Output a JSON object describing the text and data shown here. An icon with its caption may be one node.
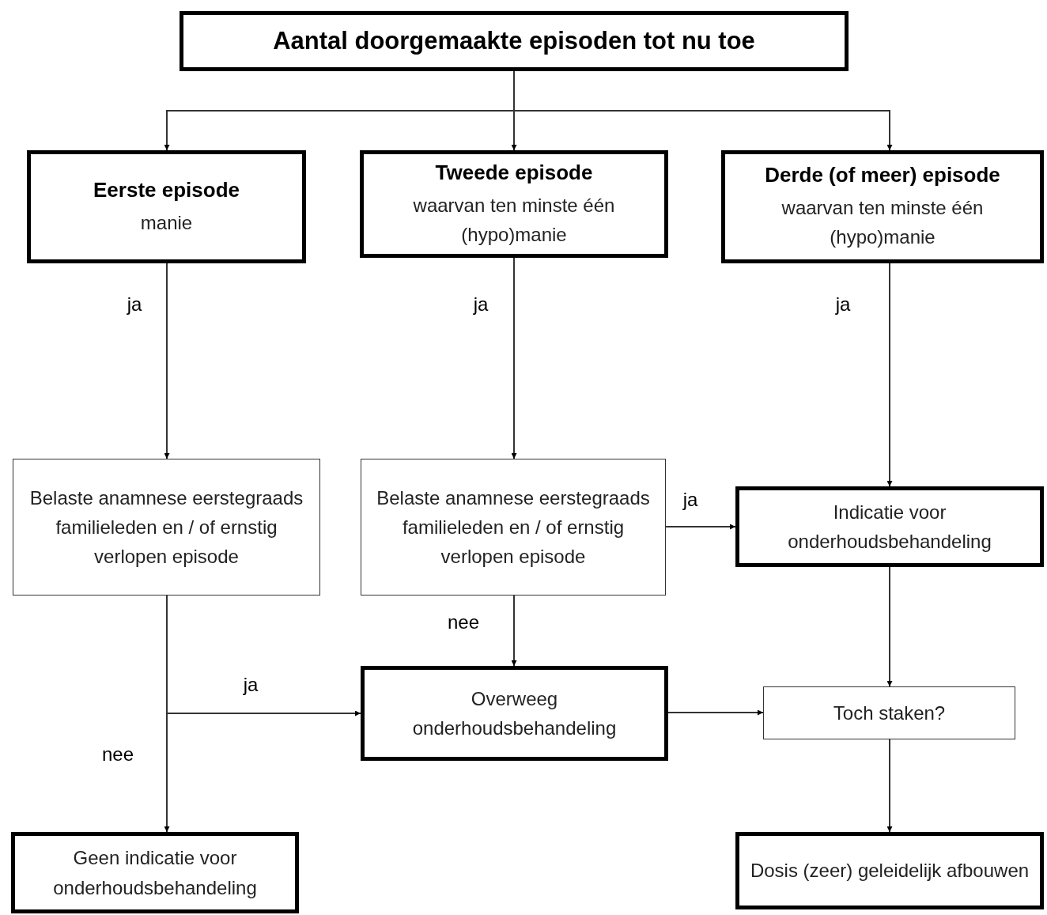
{
  "diagram": {
    "nodes": [
      {
        "text": [
          "Aantal doorgemaakte episoden tot nu toe"
        ]
      },
      {
        "text": [
          "Eerste episode",
          "manie"
        ]
      },
      {
        "text": [
          "Tweede episode",
          "waarvan ten minste één (hypo)manie"
        ]
      },
      {
        "text": [
          "Derde (of meer) episode",
          "waarvan ten minste één (hypo)manie"
        ]
      },
      {
        "text": [
          "Belaste anamnese eerstegraads familieleden en / of ernstig verlopen episode"
        ]
      },
      {
        "text": [
          "Belaste anamnese eerstegraads familieleden en / of ernstig verlopen episode"
        ]
      },
      {
        "text": [
          "Indicatie voor onderhoudsbehandeling"
        ]
      },
      {
        "text": [
          "Overweeg onderhoudsbehandeling"
        ]
      },
      {
        "text": [
          "Toch staken?"
        ]
      },
      {
        "text": [
          "Geen indicatie voor onderhoudsbehandeling"
        ]
      },
      {
        "text": [
          "Dosis (zeer) geleidelijk afbouwen"
        ]
      }
    ],
    "edges": [
      {
        "from": 0,
        "to": 1,
        "arrow": "to"
      },
      {
        "from": 0,
        "to": 2,
        "arrow": "to"
      },
      {
        "from": 0,
        "to": 3,
        "arrow": "to"
      },
      {
        "from": 1,
        "to": 4,
        "arrow": "to",
        "label": "ja"
      },
      {
        "from": 2,
        "to": 5,
        "arrow": "to",
        "label": "ja"
      },
      {
        "from": 3,
        "to": 6,
        "arrow": "to",
        "label": "ja"
      },
      {
        "from": 5,
        "to": 6,
        "arrow": "to",
        "label": "ja"
      },
      {
        "from": 5,
        "to": 7,
        "arrow": "to",
        "label": "nee"
      },
      {
        "from": 4,
        "to": 7,
        "arrow": "to",
        "label": "ja"
      },
      {
        "from": 4,
        "to": 9,
        "arrow": "to",
        "label": "nee"
      },
      {
        "from": 7,
        "to": 8,
        "arrow": "to"
      },
      {
        "from": 6,
        "to": 8,
        "arrow": "to"
      },
      {
        "from": 8,
        "to": 10,
        "arrow": "to"
      }
    ]
  }
}
